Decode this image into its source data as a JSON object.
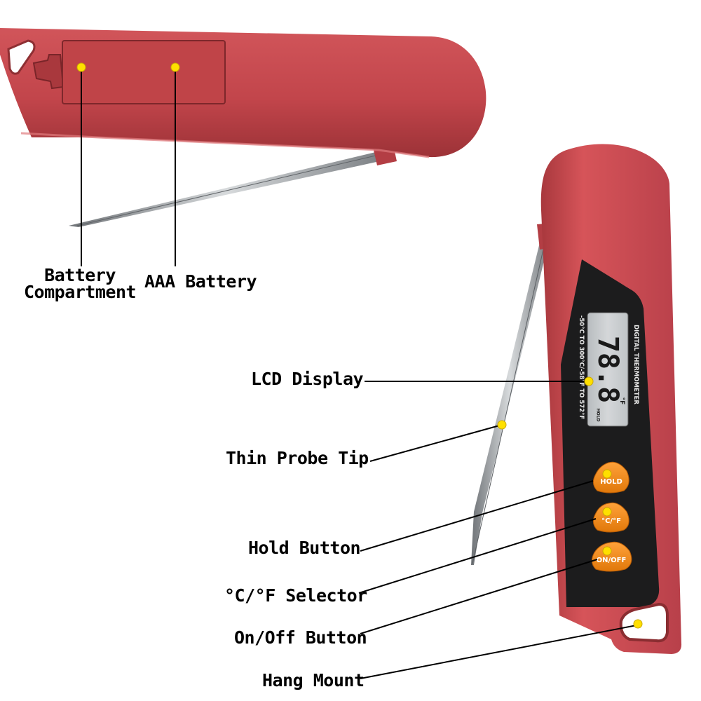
{
  "colors": {
    "body_red": "#c9474d",
    "body_dark_red": "#8e2f33",
    "face_black": "#1a1a1a",
    "button_orange": "#f58a12",
    "lcd_grey": "#c6c9cb",
    "marker_yellow": "#ffe000",
    "probe_steel": "#a9adb1"
  },
  "device": {
    "lcd_reading": "78.8",
    "lcd_unit": "°F",
    "lcd_hold": "HOLD",
    "model_text": "DIGITAL THERMOMETER",
    "range_text": "-50°C TO 300°C/-58°F TO 572°F",
    "buttons": {
      "hold": "HOLD",
      "unit": "°C/°F",
      "power": "ON/OFF"
    }
  },
  "labels": {
    "battery_compartment_line1": "Battery",
    "battery_compartment_line2": "Compartment",
    "aaa_battery": "AAA Battery",
    "lcd_display": "LCD Display",
    "probe_tip": "Thin Probe Tip",
    "hold_button": "Hold Button",
    "unit_selector": "°C/°F Selector",
    "power_button": "On/Off Button",
    "hang_mount": "Hang Mount"
  }
}
